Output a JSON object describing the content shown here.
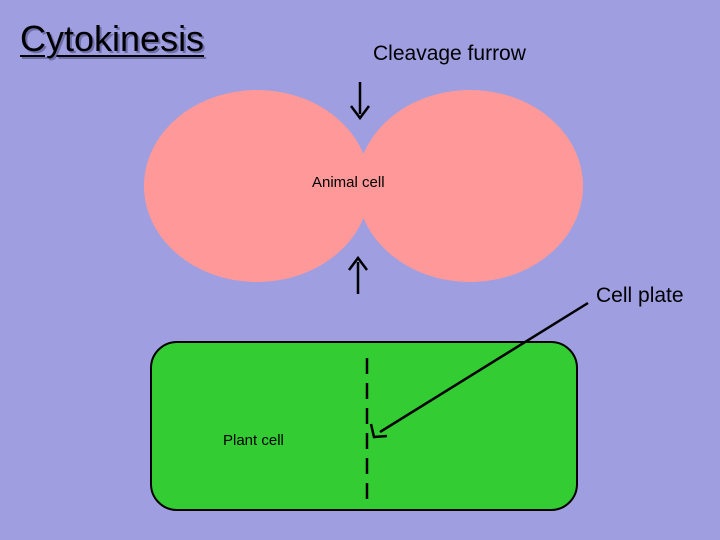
{
  "slide": {
    "title": "Cytokinesis"
  },
  "labels": {
    "cleavage_furrow": "Cleavage furrow",
    "cell_plate": "Cell plate",
    "animal_cell": "Animal cell",
    "plant_cell": "Plant cell"
  },
  "colors": {
    "background": "#9e9ee0",
    "animal_cell_fill": "#ff9999",
    "plant_cell_fill": "#33cc33",
    "outline": "#000000"
  }
}
